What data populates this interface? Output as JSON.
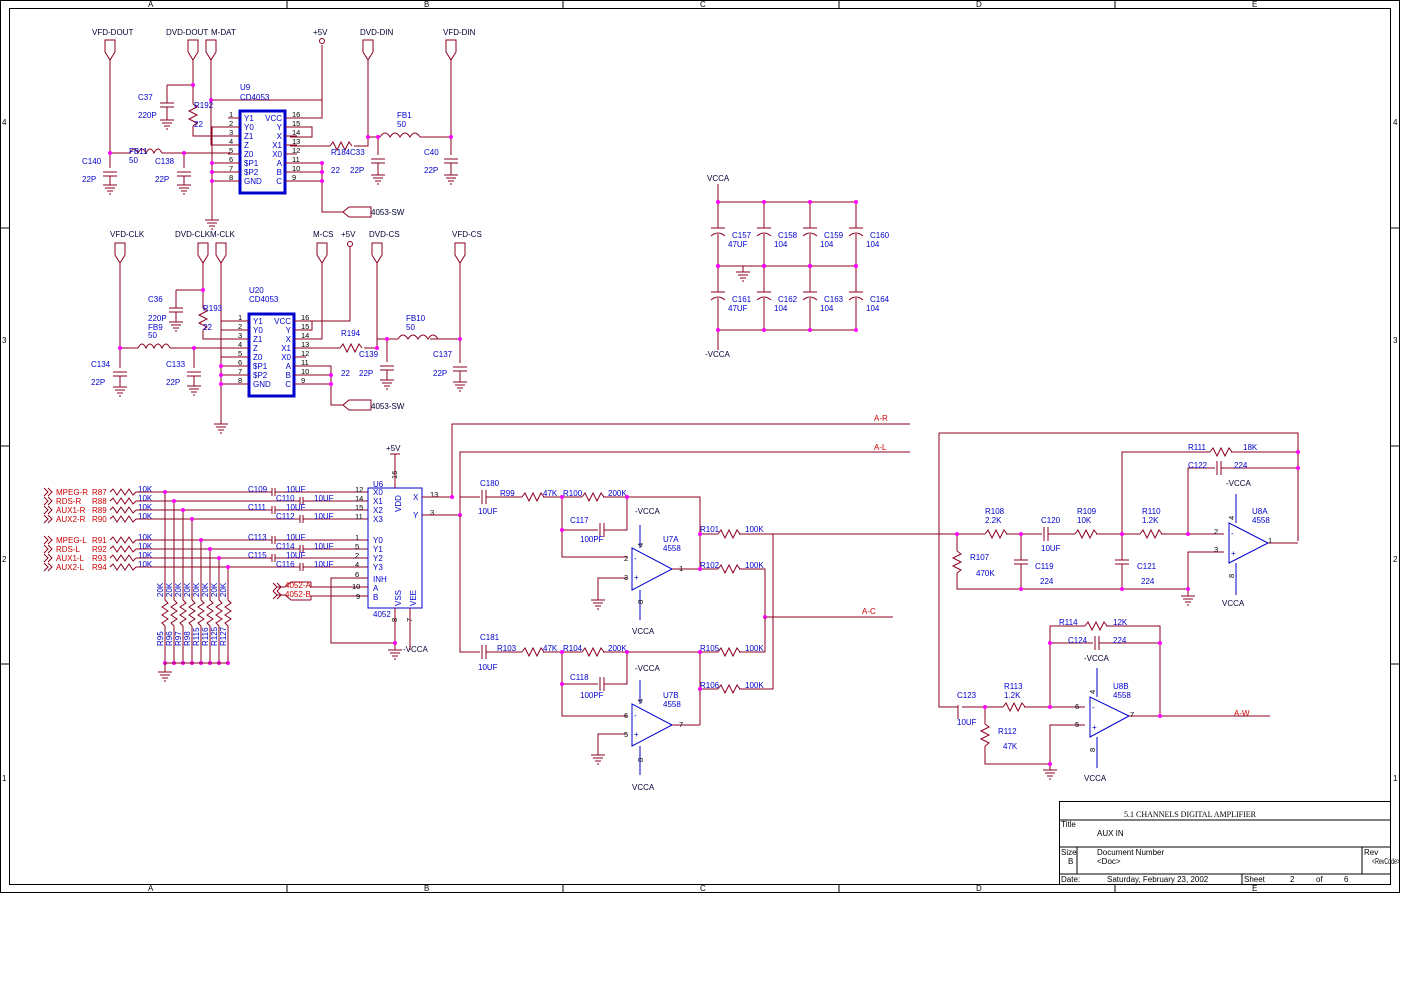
{
  "border": {
    "columns": [
      "A",
      "B",
      "C",
      "D",
      "E"
    ],
    "rows": [
      "4",
      "3",
      "2",
      "1"
    ]
  },
  "connectors": {
    "vfd_dout": "VFD-DOUT",
    "dvd_dout": "DVD-DOUT",
    "m_dat": "M-DAT",
    "p5v": "+5V",
    "dvd_din": "DVD-DIN",
    "vfd_din": "VFD-DIN",
    "vfd_clk": "VFD-CLK",
    "dvd_clk": "DVD-CLK",
    "m_clk": "M-CLK",
    "m_cs": "M-CS",
    "p5v2": "+5V",
    "dvd_cs": "DVD-CS",
    "vfd_cs": "VFD-CS",
    "sw1": "4053-SW",
    "sw2": "4053-SW",
    "a052": "4052-A",
    "b052": "4052-B",
    "ar": "A-R",
    "al": "A-L",
    "ac": "A-C",
    "aw": "A-W"
  },
  "chips": {
    "u9": {
      "ref": "U9",
      "part": "CD4053",
      "left": [
        "Y1",
        "Y0",
        "Z1",
        "Z",
        "Z0",
        "$P1",
        "$P2",
        "GND"
      ],
      "right": [
        "VCC",
        "Y",
        "X",
        "X1",
        "X0",
        "A",
        "B",
        "C"
      ],
      "lpins": [
        "1",
        "2",
        "3",
        "4",
        "5",
        "6",
        "7",
        "8"
      ],
      "rpins": [
        "16",
        "15",
        "14",
        "13",
        "12",
        "11",
        "10",
        "9"
      ]
    },
    "u20": {
      "ref": "U20",
      "part": "CD4053",
      "left": [
        "Y1",
        "Y0",
        "Z1",
        "Z",
        "Z0",
        "$P1",
        "$P2",
        "GND"
      ],
      "right": [
        "VCC",
        "Y",
        "X",
        "X1",
        "X0",
        "A",
        "B",
        "C"
      ],
      "lpins": [
        "1",
        "2",
        "3",
        "4",
        "5",
        "6",
        "7",
        "8"
      ],
      "rpins": [
        "16",
        "15",
        "14",
        "13",
        "12",
        "11",
        "10",
        "9"
      ]
    },
    "u6": {
      "ref": "U6",
      "part": "4052",
      "left": [
        "X0",
        "X1",
        "X2",
        "X3",
        "Y0",
        "Y1",
        "Y2",
        "Y3",
        "INH",
        "A",
        "B"
      ],
      "lpins": [
        "12",
        "14",
        "15",
        "11",
        "1",
        "5",
        "2",
        "4",
        "6",
        "10",
        "9"
      ],
      "right": [
        "X",
        "Y"
      ],
      "rpins": [
        "13",
        "3"
      ],
      "vdd": "VDD",
      "vss": "VSS",
      "vee": "VEE",
      "p16": "16",
      "p8": "8",
      "p7": "7"
    }
  },
  "parts": {
    "c37": "C37",
    "c37v": "220P",
    "r192": "R192",
    "r192v": "22",
    "c140": "C140",
    "c140v": "22P",
    "fb11": "FB11",
    "fb11v": "50",
    "c138": "C138",
    "c138v": "22P",
    "r184": "R184",
    "c33": "C33",
    "r184v": "22",
    "c33v": "22P",
    "fb1": "FB1",
    "fb1v": "50",
    "c40": "C40",
    "c40v": "22P",
    "c36": "C36",
    "c36v": "220P",
    "r193": "R193",
    "r193v": "22",
    "fb9": "FB9",
    "fb9v": "50",
    "c134": "C134",
    "c134v": "22P",
    "c133": "C133",
    "c133v": "22P",
    "r194": "R194",
    "c139": "C139",
    "r194v": "22",
    "c139v": "22P",
    "fb10": "FB10",
    "fb10v": "50",
    "c137": "C137",
    "c137v": "22P",
    "vcca": "VCCA",
    "nvcca": "-VCCA",
    "c157": "C157",
    "c157v": "47UF",
    "c158": "C158",
    "c158v": "104",
    "c159": "C159",
    "c159v": "104",
    "c160": "C160",
    "c160v": "104",
    "c161": "C161",
    "c161v": "47UF",
    "c162": "C162",
    "c162v": "104",
    "c163": "C163",
    "c163v": "104",
    "c164": "C164",
    "c164v": "104",
    "inputs": [
      {
        "net": "MPEG-R",
        "r": "R87",
        "v": "10K",
        "c": "C109",
        "cv": "10UF"
      },
      {
        "net": "RDS-R",
        "r": "R88",
        "v": "10K",
        "c": "C110",
        "cv": "10UF"
      },
      {
        "net": "AUX1-R",
        "r": "R89",
        "v": "10K",
        "c": "C111",
        "cv": "10UF"
      },
      {
        "net": "AUX2-R",
        "r": "R90",
        "v": "10K",
        "c": "C112",
        "cv": "10UF"
      },
      {
        "net": "MPEG-L",
        "r": "R91",
        "v": "10K",
        "c": "C113",
        "cv": "10UF"
      },
      {
        "net": "RDS-L",
        "r": "R92",
        "v": "10K",
        "c": "C114",
        "cv": "10UF"
      },
      {
        "net": "AUX1-L",
        "r": "R93",
        "v": "10K",
        "c": "C115",
        "cv": "10UF"
      },
      {
        "net": "AUX2-L",
        "r": "R94",
        "v": "10K",
        "c": "C116",
        "cv": "10UF"
      }
    ],
    "pulldowns": [
      {
        "r": "R95",
        "v": "20K"
      },
      {
        "r": "R96",
        "v": "20K"
      },
      {
        "r": "R97",
        "v": "20K"
      },
      {
        "r": "R98",
        "v": "20K"
      },
      {
        "r": "R115",
        "v": "20K"
      },
      {
        "r": "R116",
        "v": "20K"
      },
      {
        "r": "R125",
        "v": "20K"
      },
      {
        "r": "R127",
        "v": "20K"
      }
    ],
    "c180": "C180",
    "c180v": "10UF",
    "r99": "R99",
    "r99v": "47K",
    "r100": "R100",
    "r100v": "200K",
    "c117": "C117",
    "c117v": "100PF",
    "u7a": "U7A",
    "u7av": "4558",
    "r101": "R101",
    "r101v": "100K",
    "r102": "R102",
    "r102v": "100K",
    "c181": "C181",
    "c181v": "10UF",
    "r103": "R103",
    "r103v": "47K",
    "r104": "R104",
    "r104v": "200K",
    "c118": "C118",
    "c118v": "100PF",
    "u7b": "U7B",
    "u7bv": "4558",
    "r105": "R105",
    "r105v": "100K",
    "r106": "R106",
    "r106v": "100K",
    "r108": "R108",
    "r108v": "2.2K",
    "c120": "C120",
    "c120v": "10UF",
    "r109": "R109",
    "r109v": "10K",
    "r110": "R110",
    "r110v": "1.2K",
    "r107": "R107",
    "r107v": "470K",
    "c119": "C119",
    "c119v": "224",
    "c121": "C121",
    "c121v": "224",
    "r111": "R111",
    "r111v": "18K",
    "c122": "C122",
    "c122v": "224",
    "u8a": "U8A",
    "u8av": "4558",
    "r114": "R114",
    "r114v": "12K",
    "c124": "C124",
    "c124v": "224",
    "c123": "C123",
    "c123v": "10UF",
    "r113": "R113",
    "r113v": "1.2K",
    "r112": "R112",
    "r112v": "47K",
    "u8b": "U8B",
    "u8bv": "4558",
    "p1": "1",
    "p2": "2",
    "p3": "3",
    "p4": "4",
    "p5": "5",
    "p6": "6",
    "p7": "7",
    "p8": "8",
    "p13": "13"
  },
  "titleblock": {
    "company": "5.1 CHANNELS DIGITAL AMPLIFIER",
    "title_lbl": "Title",
    "title": "AUX IN",
    "size_lbl": "Size",
    "size": "B",
    "docnum_lbl": "Document Number",
    "docnum": "<Doc>",
    "rev_lbl": "Rev",
    "rev": "<RevCode>",
    "date_lbl": "Date:",
    "date": "Saturday, February 23, 2002",
    "sheet_lbl": "Sheet",
    "sheet": "2",
    "of_lbl": "of",
    "sheets": "6"
  }
}
